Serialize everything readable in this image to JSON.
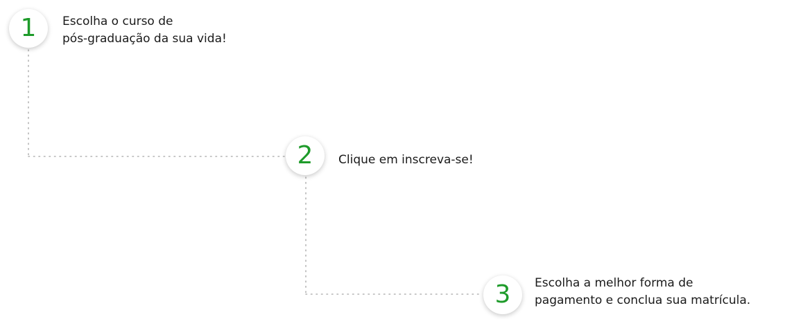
{
  "steps": [
    {
      "number": "1",
      "lines": [
        "Escolha o curso de",
        "pós-graduação da sua vida!"
      ]
    },
    {
      "number": "2",
      "lines": [
        "Clique em inscreva-se!"
      ]
    },
    {
      "number": "3",
      "lines": [
        "Escolha a melhor forma de",
        "pagamento e conclua sua matrícula."
      ]
    }
  ],
  "colors": {
    "accent": "#1e9b2a",
    "text": "#1a1a1a",
    "connector": "#b3b3b3"
  }
}
